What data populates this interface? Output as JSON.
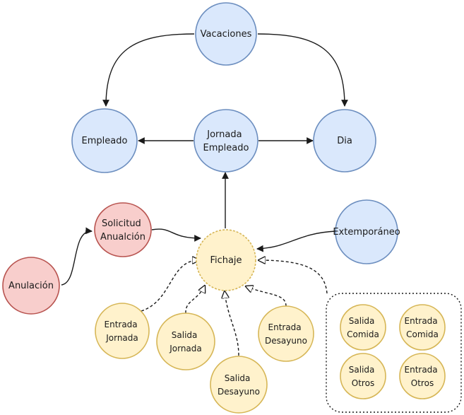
{
  "nodes": {
    "vacaciones": {
      "lines": [
        "Vacaciones"
      ],
      "fill": "#dae8fc",
      "stroke": "#6c8ebf"
    },
    "empleado": {
      "lines": [
        "Empleado"
      ],
      "fill": "#dae8fc",
      "stroke": "#6c8ebf"
    },
    "jornada_empleado": {
      "lines": [
        "Jornada",
        "Empleado"
      ],
      "fill": "#dae8fc",
      "stroke": "#6c8ebf"
    },
    "dia": {
      "lines": [
        "Dia"
      ],
      "fill": "#dae8fc",
      "stroke": "#6c8ebf"
    },
    "solicitud_anulacion": {
      "lines": [
        "Solicitud",
        "Anualción"
      ],
      "fill": "#f8cecc",
      "stroke": "#b85450"
    },
    "extemporaneo": {
      "lines": [
        "Extemporáneo"
      ],
      "fill": "#dae8fc",
      "stroke": "#6c8ebf"
    },
    "anulacion": {
      "lines": [
        "Anulación"
      ],
      "fill": "#f8cecc",
      "stroke": "#b85450"
    },
    "fichaje": {
      "lines": [
        "Fichaje"
      ],
      "fill": "#fff2cc",
      "stroke": "#d6b656"
    },
    "entrada_jornada": {
      "lines": [
        "Entrada",
        "Jornada"
      ],
      "fill": "#fff2cc",
      "stroke": "#d6b656"
    },
    "salida_jornada": {
      "lines": [
        "Salida",
        "Jornada"
      ],
      "fill": "#fff2cc",
      "stroke": "#d6b656"
    },
    "entrada_desayuno": {
      "lines": [
        "Entrada",
        "Desayuno"
      ],
      "fill": "#fff2cc",
      "stroke": "#d6b656"
    },
    "salida_desayuno": {
      "lines": [
        "Salida",
        "Desayuno"
      ],
      "fill": "#fff2cc",
      "stroke": "#d6b656"
    },
    "salida_comida": {
      "lines": [
        "Salida",
        "Comida"
      ],
      "fill": "#fff2cc",
      "stroke": "#d6b656"
    },
    "entrada_comida": {
      "lines": [
        "Entrada",
        "Comida"
      ],
      "fill": "#fff2cc",
      "stroke": "#d6b656"
    },
    "salida_otros": {
      "lines": [
        "Salida",
        "Otros"
      ],
      "fill": "#fff2cc",
      "stroke": "#d6b656"
    },
    "entrada_otros": {
      "lines": [
        "Entrada",
        "Otros"
      ],
      "fill": "#fff2cc",
      "stroke": "#d6b656"
    }
  },
  "edges": [
    {
      "from": "vacaciones",
      "to": "empleado",
      "style": "solid"
    },
    {
      "from": "vacaciones",
      "to": "dia",
      "style": "solid"
    },
    {
      "from": "jornada_empleado",
      "to": "empleado",
      "style": "solid"
    },
    {
      "from": "jornada_empleado",
      "to": "dia",
      "style": "solid"
    },
    {
      "from": "fichaje",
      "to": "jornada_empleado",
      "style": "solid"
    },
    {
      "from": "anulacion",
      "to": "solicitud_anulacion",
      "style": "solid"
    },
    {
      "from": "solicitud_anulacion",
      "to": "fichaje",
      "style": "solid"
    },
    {
      "from": "extemporaneo",
      "to": "fichaje",
      "style": "solid"
    },
    {
      "from": "entrada_jornada",
      "to": "fichaje",
      "style": "dashed"
    },
    {
      "from": "salida_jornada",
      "to": "fichaje",
      "style": "dashed"
    },
    {
      "from": "salida_desayuno",
      "to": "fichaje",
      "style": "dashed"
    },
    {
      "from": "entrada_desayuno",
      "to": "fichaje",
      "style": "dashed"
    },
    {
      "from": "other_group",
      "to": "fichaje",
      "style": "dashed"
    }
  ]
}
